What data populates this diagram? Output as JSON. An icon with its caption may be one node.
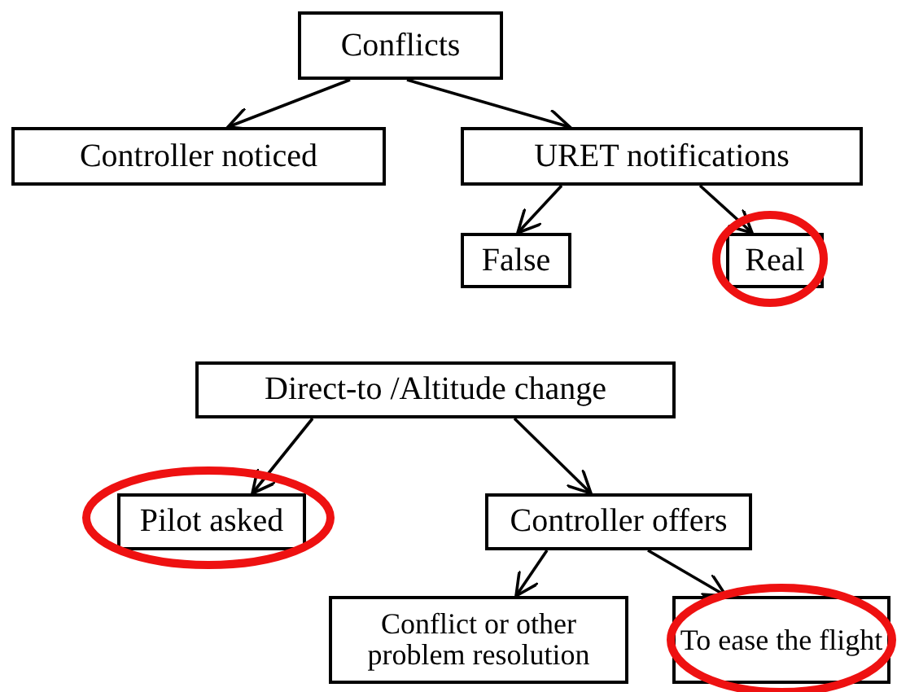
{
  "diagram": {
    "nodes": [
      {
        "text": [
          "Conflicts"
        ]
      },
      {
        "text": [
          "Controller noticed"
        ]
      },
      {
        "text": [
          "URET notifications"
        ]
      },
      {
        "text": [
          "False"
        ]
      },
      {
        "text": [
          "Real"
        ]
      },
      {
        "text": [
          "Direct-to /Altitude change"
        ]
      },
      {
        "text": [
          "Pilot asked"
        ]
      },
      {
        "text": [
          "Controller offers"
        ]
      },
      {
        "text": [
          "Conflict or other problem resolution"
        ]
      },
      {
        "text": [
          "To ease the flight"
        ]
      }
    ],
    "edges": [
      {
        "from": 0,
        "to": 1,
        "arrow": "to"
      },
      {
        "from": 0,
        "to": 2,
        "arrow": "to"
      },
      {
        "from": 2,
        "to": 3,
        "arrow": "to"
      },
      {
        "from": 2,
        "to": 4,
        "arrow": "to"
      },
      {
        "from": 5,
        "to": 6,
        "arrow": "to"
      },
      {
        "from": 5,
        "to": 7,
        "arrow": "to"
      },
      {
        "from": 7,
        "to": 8,
        "arrow": "to"
      },
      {
        "from": 7,
        "to": 9,
        "arrow": "to"
      }
    ]
  }
}
